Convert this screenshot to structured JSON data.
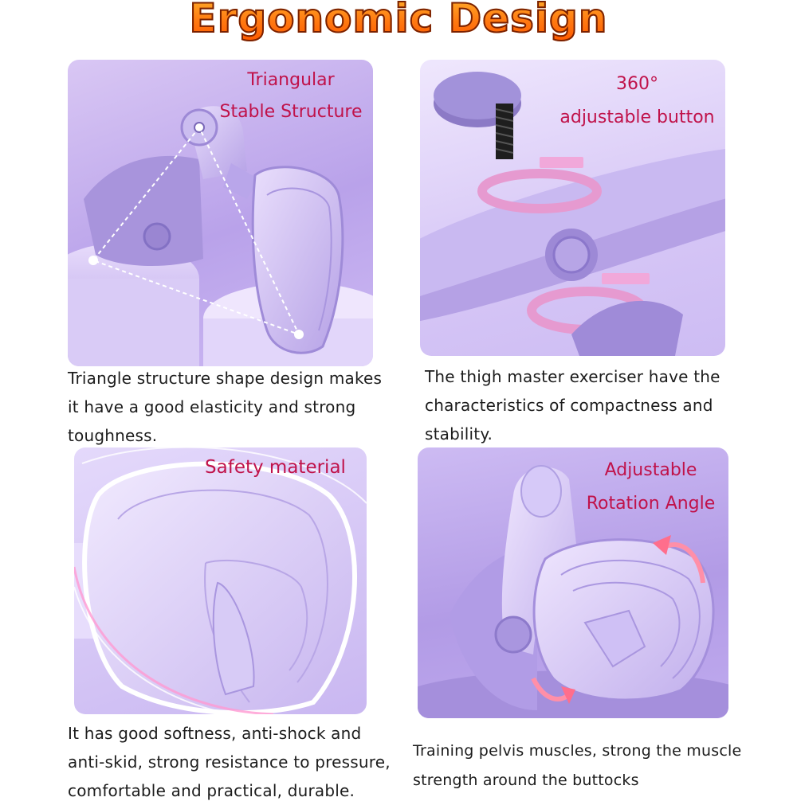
{
  "title": "Ergonomic Design",
  "panels": [
    {
      "label_lines": [
        "Triangular",
        "Stable Structure"
      ],
      "caption_lines": [
        "Triangle structure shape design makes",
        "it have a good elasticity and strong",
        "toughness."
      ]
    },
    {
      "label_lines": [
        "360°",
        "adjustable button"
      ],
      "caption_lines": [
        "The thigh master exerciser have the",
        "characteristics of compactness and",
        "stability."
      ]
    },
    {
      "label_lines": [
        "Safety material"
      ],
      "caption_lines": [
        "It has good softness, anti-shock and",
        "anti-skid, strong resistance to pressure,",
        "comfortable and practical, durable."
      ]
    },
    {
      "label_lines": [
        "Adjustable",
        "Rotation Angle"
      ],
      "caption_lines": [
        "Training pelvis muscles, strong the muscle",
        "strength around the buttocks"
      ]
    }
  ],
  "colors": {
    "title_fill": "#ff7a12",
    "title_outline": "#7a2100",
    "label_text": "#c0124a",
    "product_purple": "#c8b8f0",
    "panel_bg": "#c7b2ef",
    "accent_pink": "#f3a6d8"
  }
}
